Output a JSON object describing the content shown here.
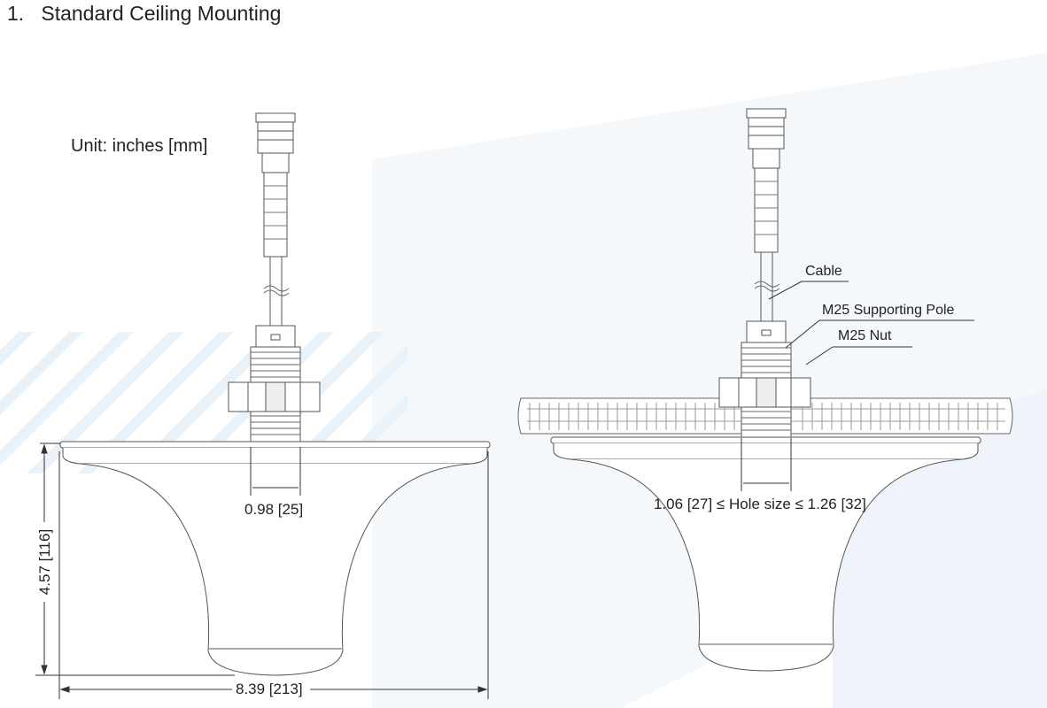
{
  "section": {
    "number": "1.",
    "title": "Standard Ceiling Mounting"
  },
  "unit_label": "Unit: inches [mm]",
  "left_drawing": {
    "thread_width": "0.98 [25]",
    "height": "4.57 [116]",
    "width": "8.39 [213]"
  },
  "right_drawing": {
    "callouts": {
      "cable": "Cable",
      "pole": "M25 Supporting  Pole",
      "nut": "M25 Nut"
    },
    "hole_size": "1.06 [27] ≤ Hole size ≤ 1.26 [32]"
  },
  "colors": {
    "line": "#555555",
    "watermark": "#e3eef7"
  }
}
